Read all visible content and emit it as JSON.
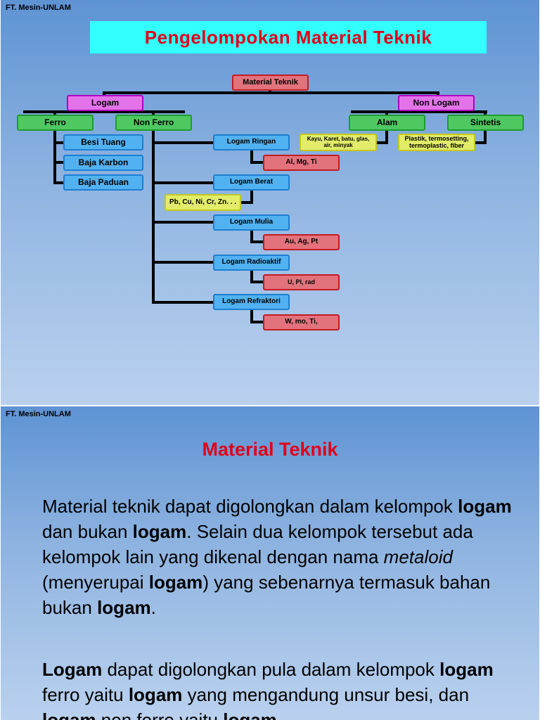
{
  "header_tag": "FT. Mesin-UNLAM",
  "slide1": {
    "title": "Pengelompokan Material Teknik",
    "nodes": {
      "root": "Material Teknik",
      "logam": "Logam",
      "non_logam": "Non Logam",
      "ferro": "Ferro",
      "non_ferro": "Non Ferro",
      "alam": "Alam",
      "sintetis": "Sintetis",
      "alam_examples": "Kayu, Karet, batu, glas, air, minyak",
      "sintetis_examples": "Plastik, termosetting, termoplastic, fiber",
      "besi_tuang": "Besi Tuang",
      "baja_karbon": "Baja Karbon",
      "baja_paduan": "Baja Paduan",
      "logam_ringan": "Logam Ringan",
      "logam_ringan_ex": "Al, Mg, Ti",
      "logam_berat": "Logam Berat",
      "logam_berat_ex": "Pb, Cu, Ni, Cr, Zn. . .",
      "logam_mulia": "Logam Mulia",
      "logam_mulia_ex": "Au, Ag, Pt",
      "logam_radioaktif": "Logam Radioaktif",
      "logam_radioaktif_ex": "U, Pl, rad",
      "logam_refraktori": "Logam Refraktori",
      "logam_refraktori_ex": "W, mo, Ti,"
    }
  },
  "slide2": {
    "title": "Material Teknik",
    "p1": {
      "t1": "Material teknik dapat digolongkan dalam kelompok ",
      "b1": "logam",
      "t2": " dan bukan ",
      "b2": "logam",
      "t3": ". Selain dua kelompok tersebut ada kelompok lain yang dikenal dengan nama ",
      "i1": "metaloid",
      "t4": " (menyerupai ",
      "b3": "logam",
      "t5": ") yang sebenarnya termasuk bahan bukan ",
      "b4": "logam",
      "t6": "."
    },
    "p2": {
      "b1": "Logam",
      "t1": " dapat digolongkan pula dalam kelompok ",
      "b2": "logam",
      "t2": " ferro yaitu ",
      "b3": "logam",
      "t3": "  yang mengandung unsur besi, dan ",
      "b4": "logam",
      "t4": " non ferro yaitu ",
      "b5": "logam"
    }
  }
}
